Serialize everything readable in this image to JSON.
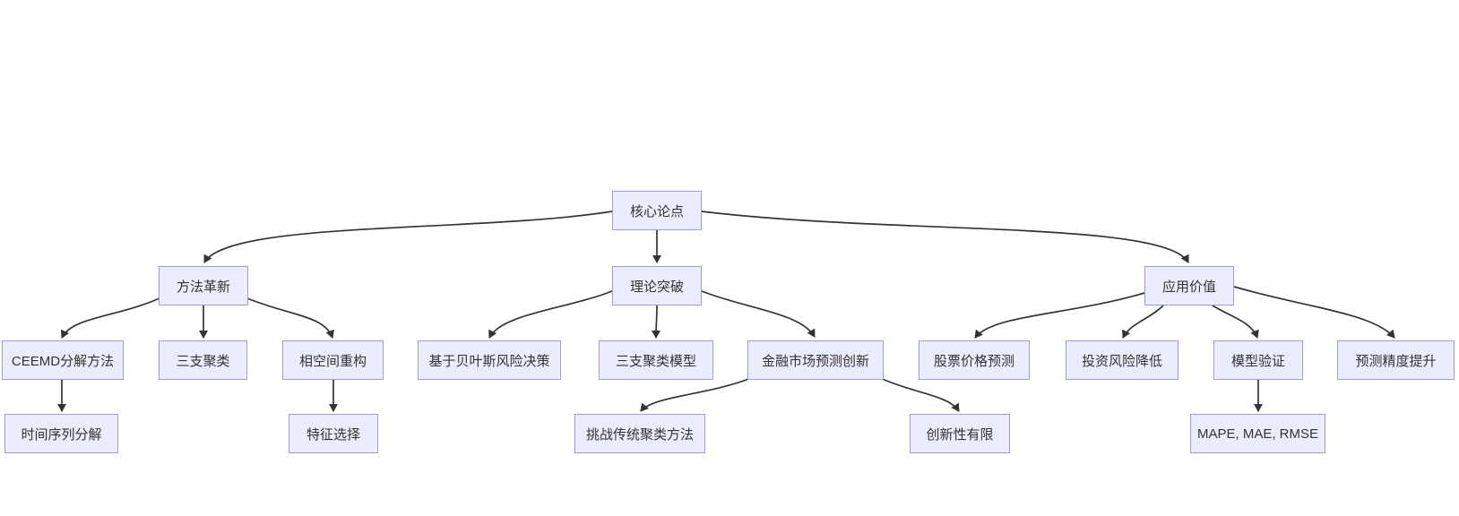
{
  "diagram": {
    "type": "flowchart-top-down",
    "style": {
      "node_fill": "#ECECFF",
      "node_border": "#a29bd4",
      "edge_color": "#333333",
      "text_color": "#333333",
      "canvas_bg": "#ffffff"
    },
    "nodes": [
      {
        "id": "core",
        "label": "核心论点",
        "level": 1
      },
      {
        "id": "method",
        "label": "方法革新",
        "level": 2
      },
      {
        "id": "theory",
        "label": "理论突破",
        "level": 2
      },
      {
        "id": "application",
        "label": "应用价值",
        "level": 2
      },
      {
        "id": "ceemd",
        "label": "CEEMD分解方法",
        "level": 3
      },
      {
        "id": "three-way",
        "label": "三支聚类",
        "level": 3
      },
      {
        "id": "phase",
        "label": "相空间重构",
        "level": 3
      },
      {
        "id": "bayes",
        "label": "基于贝叶斯风险决策",
        "level": 3
      },
      {
        "id": "tw-model",
        "label": "三支聚类模型",
        "level": 3
      },
      {
        "id": "finance",
        "label": "金融市场预测创新",
        "level": 3
      },
      {
        "id": "stock",
        "label": "股票价格预测",
        "level": 3
      },
      {
        "id": "risk",
        "label": "投资风险降低",
        "level": 3
      },
      {
        "id": "validation",
        "label": "模型验证",
        "level": 3
      },
      {
        "id": "accuracy",
        "label": "预测精度提升",
        "level": 3
      },
      {
        "id": "ts-decomp",
        "label": "时间序列分解",
        "level": 4
      },
      {
        "id": "feature",
        "label": "特征选择",
        "level": 4
      },
      {
        "id": "challenge",
        "label": "挑战传统聚类方法",
        "level": 4
      },
      {
        "id": "limited",
        "label": "创新性有限",
        "level": 4
      },
      {
        "id": "mape",
        "label": "MAPE, MAE, RMSE",
        "level": 4
      }
    ],
    "edges": [
      {
        "from": "core",
        "to": "method"
      },
      {
        "from": "core",
        "to": "theory"
      },
      {
        "from": "core",
        "to": "application"
      },
      {
        "from": "method",
        "to": "ceemd"
      },
      {
        "from": "method",
        "to": "three-way"
      },
      {
        "from": "method",
        "to": "phase"
      },
      {
        "from": "ceemd",
        "to": "ts-decomp"
      },
      {
        "from": "phase",
        "to": "feature"
      },
      {
        "from": "theory",
        "to": "bayes"
      },
      {
        "from": "theory",
        "to": "tw-model"
      },
      {
        "from": "theory",
        "to": "finance"
      },
      {
        "from": "finance",
        "to": "challenge"
      },
      {
        "from": "finance",
        "to": "limited"
      },
      {
        "from": "application",
        "to": "stock"
      },
      {
        "from": "application",
        "to": "risk"
      },
      {
        "from": "application",
        "to": "validation"
      },
      {
        "from": "application",
        "to": "accuracy"
      },
      {
        "from": "validation",
        "to": "mape"
      }
    ]
  }
}
